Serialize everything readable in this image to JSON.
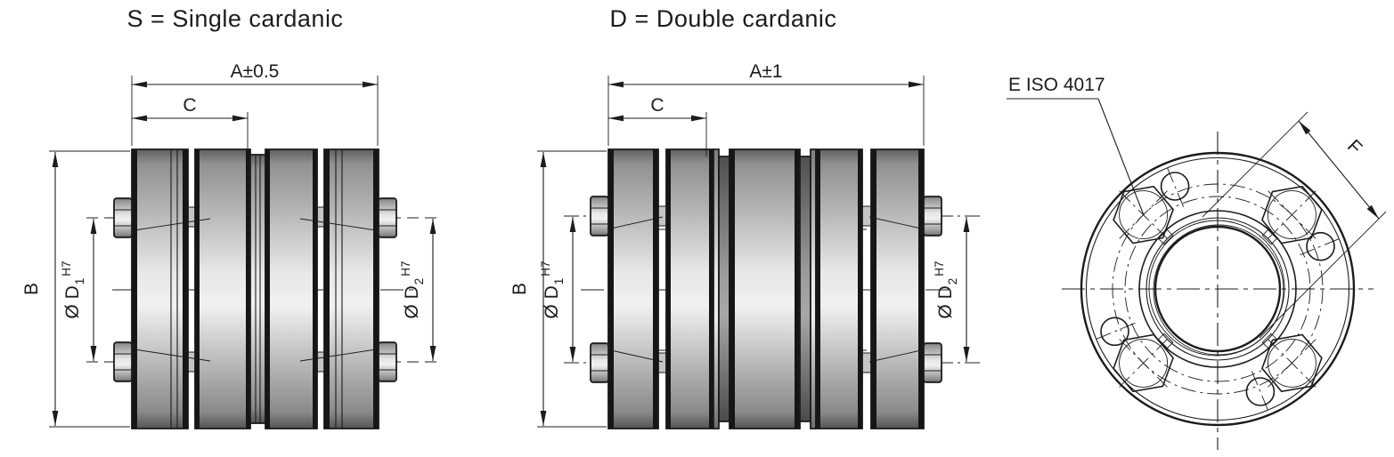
{
  "drawing": {
    "variants": {
      "single": {
        "title": "S = Single cardanic",
        "dim_a": "A±0.5",
        "dim_c": "C",
        "dim_b": "B"
      },
      "double": {
        "title": "D = Double cardanic",
        "dim_a": "A±1",
        "dim_c": "C",
        "dim_b": "B"
      }
    },
    "bore_labels": {
      "d1": {
        "main": "Ø D",
        "sub": "1",
        "sup": "H7"
      },
      "d2": {
        "main": "Ø D",
        "sub": "2",
        "sup": "H7"
      }
    },
    "front_view": {
      "screw_spec": "E ISO 4017",
      "dim_f": "F"
    },
    "colors": {
      "line": "#1c1c1c",
      "metal_dark": "#5f5f5f",
      "metal_mid": "#b8b8b8",
      "metal_light": "#efefef",
      "flange_light": "#fafafa",
      "flange_shade": "#d9d9d9",
      "background": "#ffffff"
    }
  }
}
